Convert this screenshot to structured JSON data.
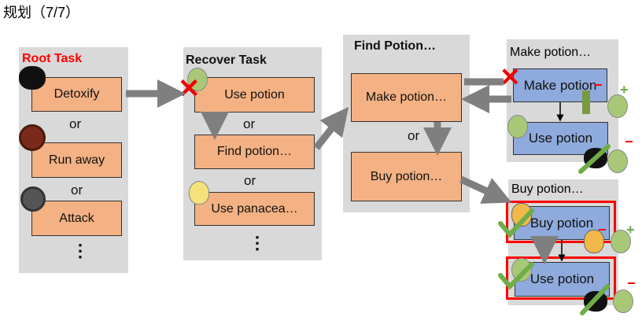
{
  "page_title": "规划（7/7）",
  "root": {
    "title": "Root Task",
    "items": [
      "Detoxify",
      "Run away",
      "Attack"
    ],
    "or": "or",
    "more": "⋮"
  },
  "recover": {
    "title": "Recover Task",
    "items": [
      "Use potion",
      "Find potion…",
      "Use panacea…"
    ],
    "or": "or",
    "more": "⋮"
  },
  "find": {
    "title": "Find Potion…",
    "items": [
      "Make potion…",
      "Buy potion…"
    ],
    "or": "or"
  },
  "make": {
    "title": "Make potion…",
    "items": [
      "Make potion",
      "Use potion"
    ]
  },
  "buy": {
    "title": "Buy potion…",
    "items": [
      "Buy potion",
      "Use potion"
    ]
  },
  "symbols": {
    "plus": "+",
    "minus": "−"
  },
  "colors": {
    "task_box": "#f4b183",
    "primitive_box": "#8faadc",
    "panel": "#d9d9d9",
    "arrow": "#7f7f7f",
    "highlight": "#ff0000",
    "check": "#70ad47"
  }
}
